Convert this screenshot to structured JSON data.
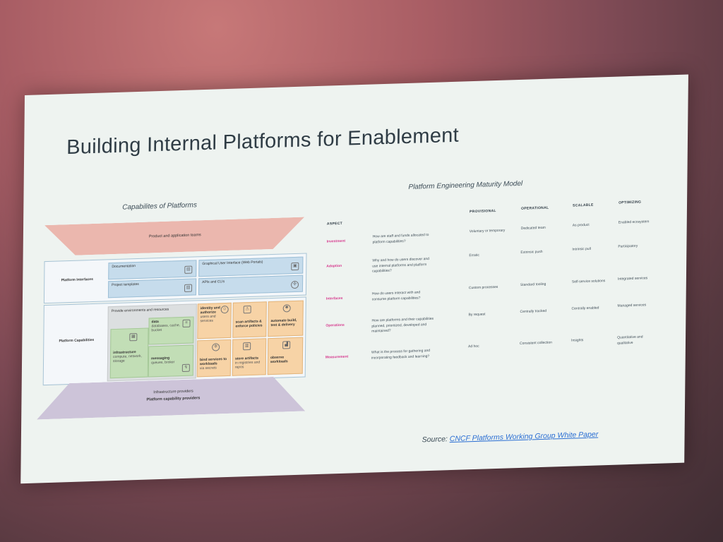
{
  "title": "Building Internal Platforms for Enablement",
  "capabilities": {
    "heading": "Capabilites of Platforms",
    "top_label": "Product and application teams",
    "bottom_label_1": "Infrastructure providers",
    "bottom_label_2": "Platform capability providers",
    "interfaces_label": "Platform Interfaces",
    "capabilities_label": "Platform Capabilities",
    "interfaces": [
      "Documentation",
      "Graphical User Interface (Web Portals)",
      "Project templates",
      "APIs and CLIs"
    ],
    "env_label": "Provide environments and resources",
    "green": [
      {
        "title": "data",
        "sub": "databases, cache, bucket"
      },
      {
        "title": "infrastructure",
        "sub": "compute, network, storage"
      },
      {
        "title": "messaging",
        "sub": "queues, broker"
      }
    ],
    "orange": [
      {
        "title": "identity and authorize",
        "sub": "users and services"
      },
      {
        "title": "scan artifacts & enforce policies",
        "sub": ""
      },
      {
        "title": "automate build, test & delivery",
        "sub": ""
      },
      {
        "title": "bind services to workloads",
        "sub": "via secrets"
      },
      {
        "title": "store artifacts",
        "sub": "in registries and repos"
      },
      {
        "title": "observe workloads",
        "sub": ""
      }
    ]
  },
  "maturity": {
    "heading": "Platform Engineering Maturity Model",
    "columns": [
      "ASPECT",
      "PROVISIONAL",
      "OPERATIONAL",
      "SCALABLE",
      "OPTIMIZING"
    ],
    "rows": [
      {
        "aspect": "Investment",
        "question": "How are staff and funds allocated to platform capabilities?",
        "values": [
          "Voluntary or temporary",
          "Dedicated team",
          "As product",
          "Enabled ecosystem"
        ]
      },
      {
        "aspect": "Adoption",
        "question": "Why and how do users discover and use internal platforms and platform capabilities?",
        "values": [
          "Erratic",
          "Extrinsic push",
          "Intrinsic pull",
          "Participatory"
        ]
      },
      {
        "aspect": "Interfaces",
        "question": "How do users interact with and consume platform capabilities?",
        "values": [
          "Custom processes",
          "Standard tooling",
          "Self-service solutions",
          "Integrated services"
        ]
      },
      {
        "aspect": "Operations",
        "question": "How are platforms and their capabilities planned, prioritized, developed and maintained?",
        "values": [
          "By request",
          "Centrally tracked",
          "Centrally enabled",
          "Managed services"
        ]
      },
      {
        "aspect": "Measurement",
        "question": "What is the process for gathering and incorporating feedback and learning?",
        "values": [
          "Ad hoc",
          "Consistent collection",
          "Insights",
          "Quantitative and qualitative"
        ]
      }
    ]
  },
  "source": {
    "prefix": "Source:",
    "link_text": "CNCF Platforms Working Group White Paper"
  }
}
